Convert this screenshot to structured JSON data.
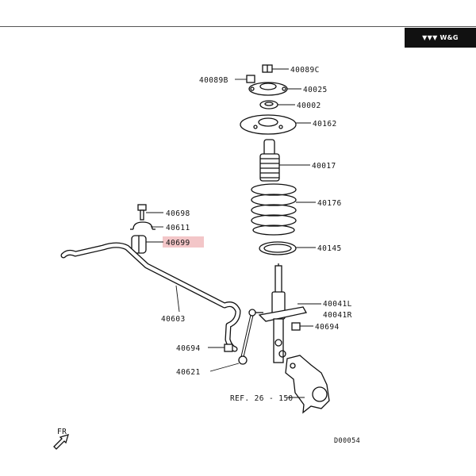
{
  "brand": {
    "logo_text": "W&G",
    "mark": "▼▼▼"
  },
  "labels": {
    "p40089C": "40089C",
    "p40089B": "40089B",
    "p40025": "40025",
    "p40002": "40002",
    "p40162": "40162",
    "p40017": "40017",
    "p40176": "40176",
    "p40145": "40145",
    "p40698": "40698",
    "p40611": "40611",
    "p40699": "40699",
    "p40603": "40603",
    "p40041L": "40041L",
    "p40041R": "40041R",
    "p40694a": "40694",
    "p40694b": "40694",
    "p40621": "40621",
    "ref": "REF. 26 - 150",
    "front": "FR",
    "diagram_code": "D00054"
  },
  "highlight_color": "#f3c6c8"
}
